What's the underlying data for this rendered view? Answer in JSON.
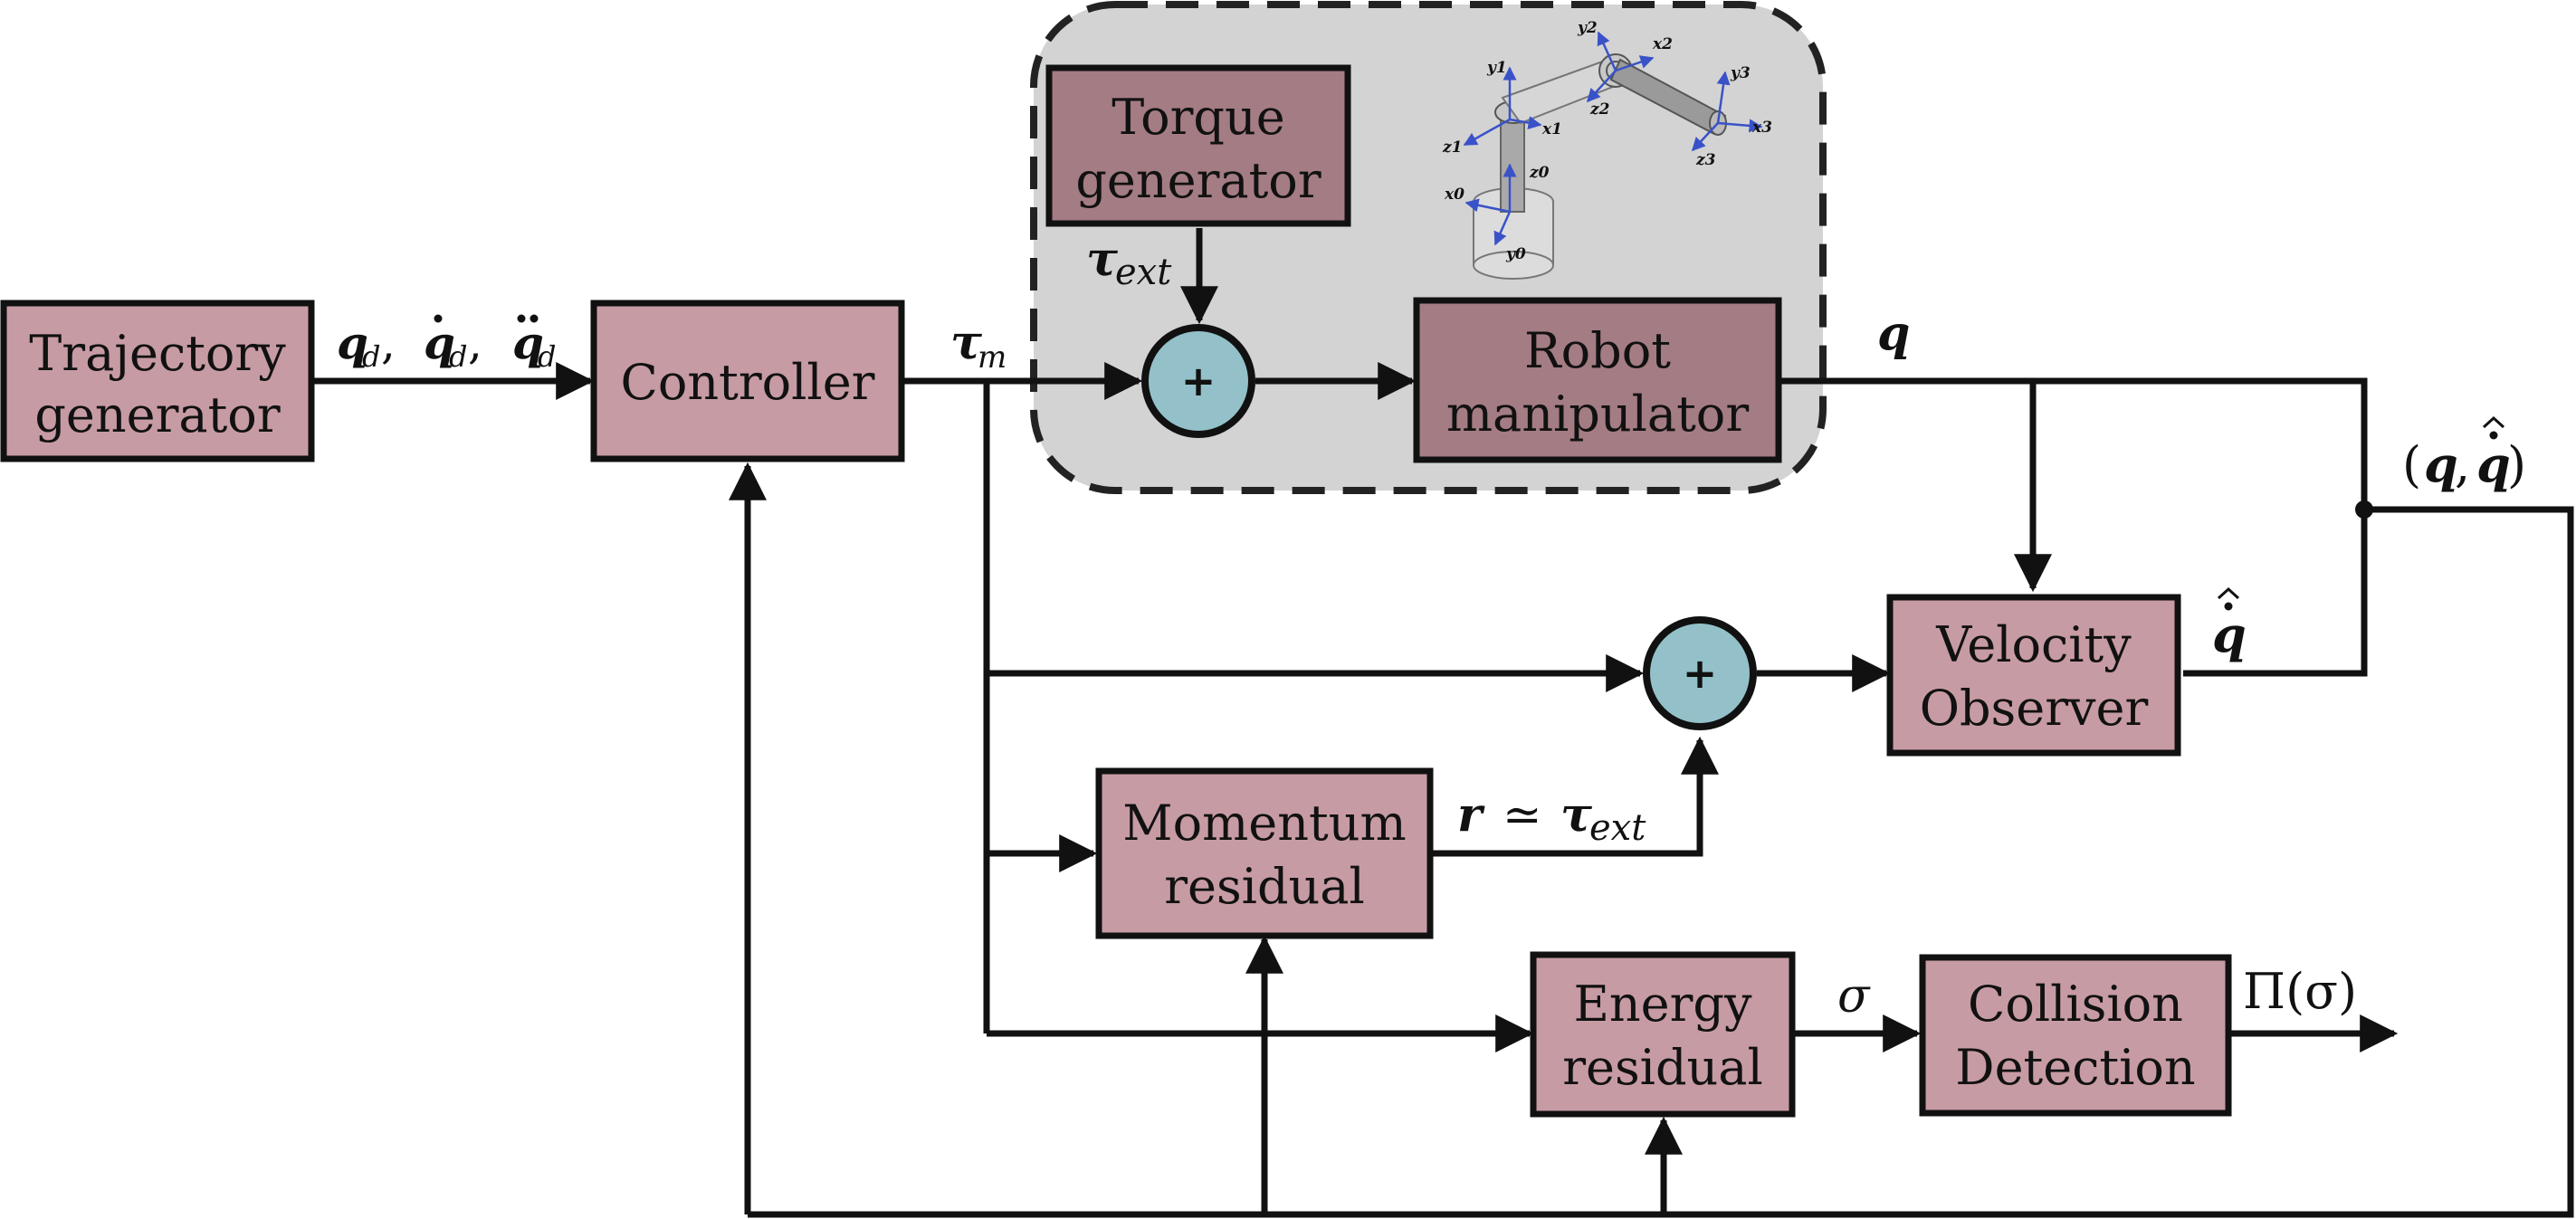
{
  "blocks": {
    "trajectory_generator": [
      "Trajectory",
      "generator"
    ],
    "controller": [
      "Controller"
    ],
    "torque_generator": [
      "Torque",
      "generator"
    ],
    "robot_manipulator": [
      "Robot",
      "manipulator"
    ],
    "velocity_observer": [
      "Velocity",
      "Observer"
    ],
    "momentum_residual": [
      "Momentum",
      "residual"
    ],
    "energy_residual": [
      "Energy",
      "residual"
    ],
    "collision_detection": [
      "Collision",
      "Detection"
    ]
  },
  "summers": {
    "symbol": "+"
  },
  "signals": {
    "desired": {
      "q": "q",
      "sub": "d"
    },
    "tau_m": {
      "main": "τ",
      "sub": "m"
    },
    "tau_ext": {
      "main": "τ",
      "sub": "ext"
    },
    "q": "q",
    "q_dot_hat": "q",
    "state": {
      "open": "(",
      "q": "q",
      "comma": ",",
      "qhat": "q",
      "close": ")"
    },
    "residual": {
      "r": "r",
      "approx": "≃",
      "tau": "τ",
      "sub": "ext"
    },
    "sigma": "σ",
    "pi_sigma": "Π(σ)"
  },
  "robot_axes": [
    "y1",
    "y2",
    "x2",
    "y3",
    "z1",
    "x1",
    "z2",
    "x3",
    "z3",
    "z0",
    "x0",
    "y0"
  ],
  "colors": {
    "block_fill": "#c79ba4",
    "block_dark": "#a47c83",
    "summer_fill": "#94c1c9",
    "plant_bg": "#d3d3d3",
    "axis_blue": "#3a52c8",
    "line": "#111111"
  }
}
